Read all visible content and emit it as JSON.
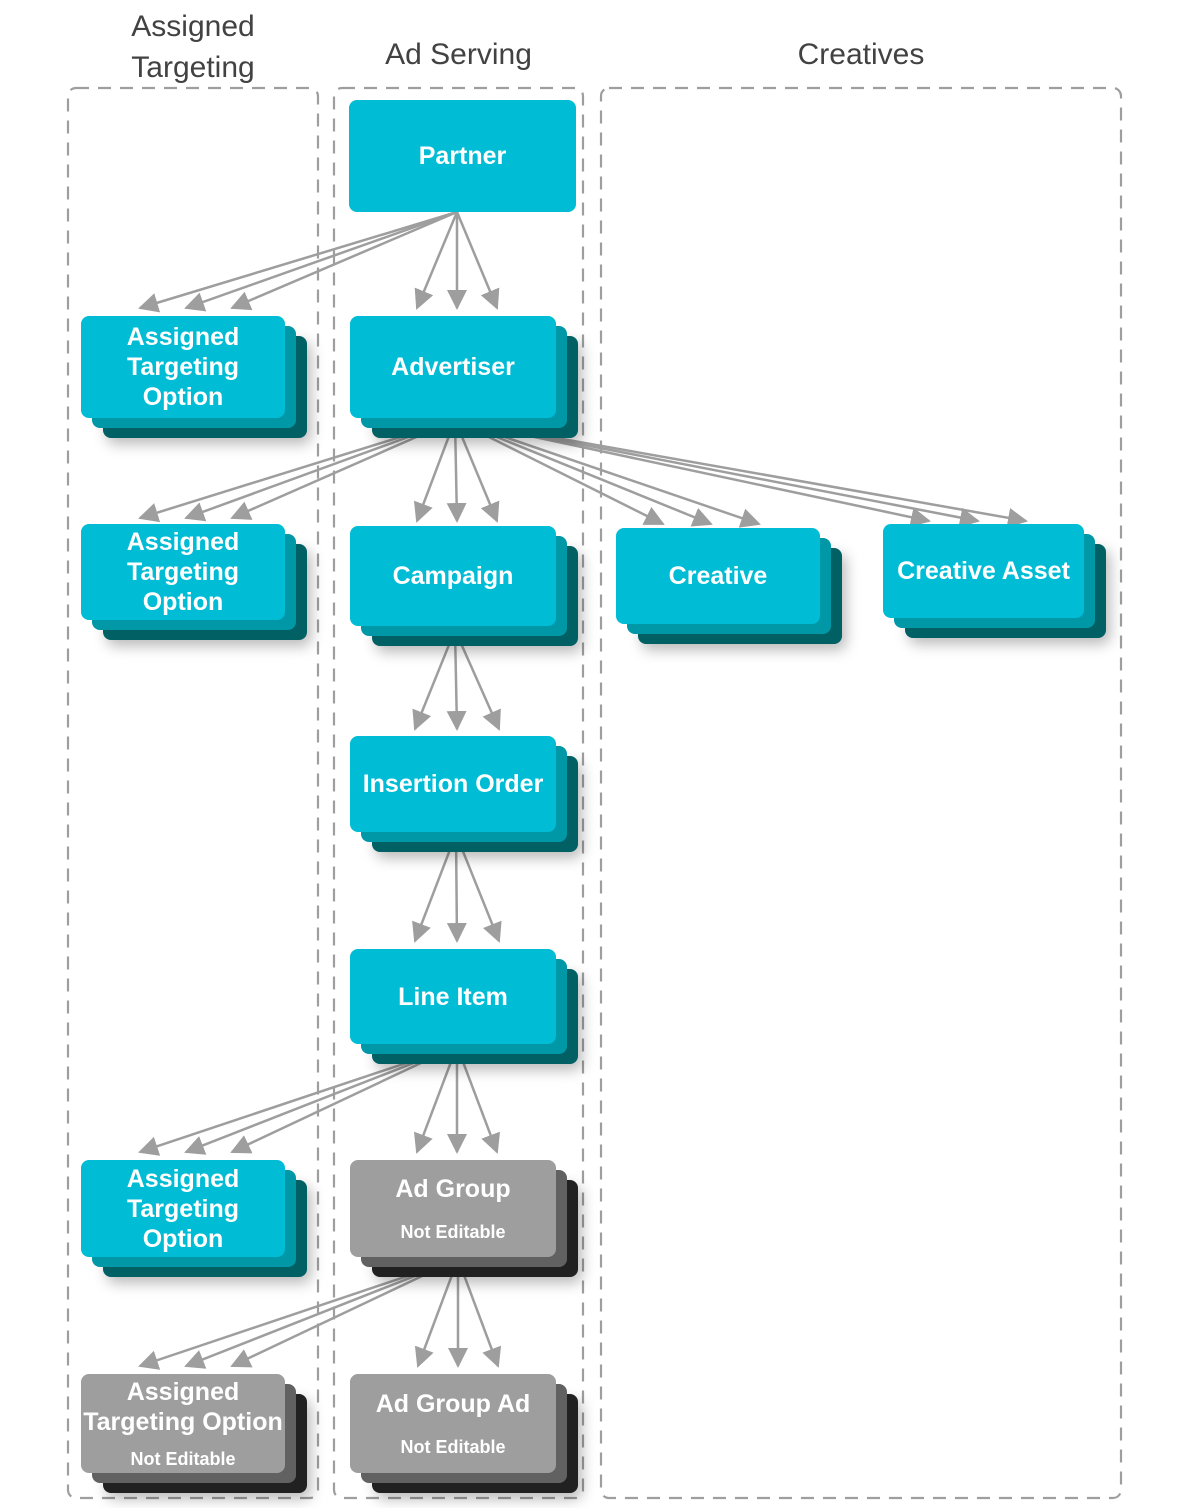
{
  "headers": {
    "assigned_targeting": "Assigned\nTargeting",
    "ad_serving": "Ad Serving",
    "creatives": "Creatives"
  },
  "nodes": {
    "partner": {
      "label": "Partner"
    },
    "ato_partner": {
      "label": "Assigned\nTargeting\nOption"
    },
    "advertiser": {
      "label": "Advertiser"
    },
    "ato_advertiser": {
      "label": "Assigned\nTargeting\nOption"
    },
    "campaign": {
      "label": "Campaign"
    },
    "creative": {
      "label": "Creative"
    },
    "creative_asset": {
      "label": "Creative Asset"
    },
    "insertion_order": {
      "label": "Insertion Order"
    },
    "line_item": {
      "label": "Line Item"
    },
    "ato_line_item": {
      "label": "Assigned\nTargeting\nOption"
    },
    "ad_group": {
      "label": "Ad Group",
      "sublabel": "Not Editable"
    },
    "ato_ad_group": {
      "label": "Assigned\nTargeting Option",
      "sublabel": "Not Editable"
    },
    "ad_group_ad": {
      "label": "Ad Group Ad",
      "sublabel": "Not Editable"
    }
  },
  "edges": [
    {
      "from": "Partner",
      "to": "Assigned Targeting Option"
    },
    {
      "from": "Partner",
      "to": "Advertiser"
    },
    {
      "from": "Advertiser",
      "to": "Assigned Targeting Option"
    },
    {
      "from": "Advertiser",
      "to": "Campaign"
    },
    {
      "from": "Advertiser",
      "to": "Creative"
    },
    {
      "from": "Advertiser",
      "to": "Creative Asset"
    },
    {
      "from": "Campaign",
      "to": "Insertion Order"
    },
    {
      "from": "Insertion Order",
      "to": "Line Item"
    },
    {
      "from": "Line Item",
      "to": "Assigned Targeting Option"
    },
    {
      "from": "Line Item",
      "to": "Ad Group"
    },
    {
      "from": "Ad Group",
      "to": "Assigned Targeting Option"
    },
    {
      "from": "Ad Group",
      "to": "Ad Group Ad"
    }
  ],
  "colors": {
    "entity": "#00bcd4",
    "entity_stack_mid": "#0097a7",
    "entity_stack_dark": "#006064",
    "not_editable_entity": "#9e9e9e",
    "not_editable_stack_mid": "#616161",
    "not_editable_stack_dark": "#212121",
    "connector": "#9e9e9e",
    "column_border": "#9e9e9e",
    "header_text": "#424242",
    "node_text": "#ffffff"
  }
}
